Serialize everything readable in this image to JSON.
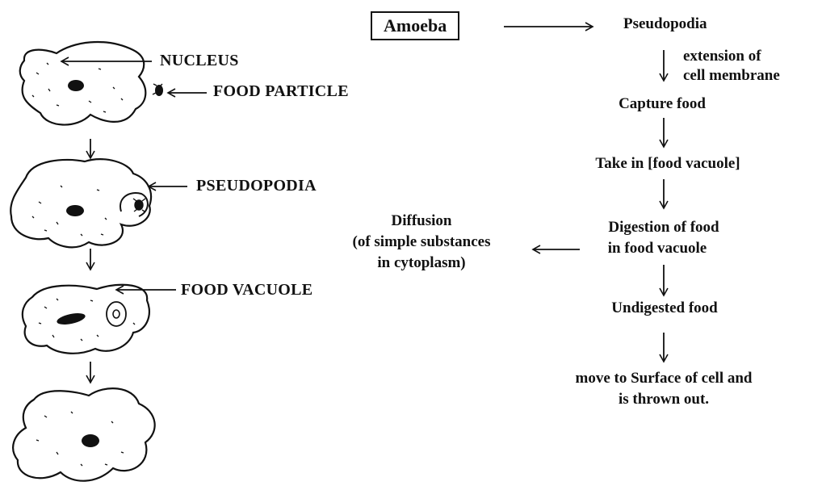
{
  "left_labels": {
    "nucleus": "NUCLEUS",
    "food_particle": "FOOD PARTICLE",
    "pseudopodia": "PSEUDOPODIA",
    "food_vacuole": "FOOD VACUOLE"
  },
  "flow": {
    "title": "Amoeba",
    "pseudopodia": "Pseudopodia",
    "extension_line1": "extension of",
    "extension_line2": "cell membrane",
    "capture": "Capture food",
    "take_in": "Take in [food vacuole]",
    "digestion_line1": "Digestion of food",
    "digestion_line2": "in food vacuole",
    "diffusion_line1": "Diffusion",
    "diffusion_line2": "(of simple substances",
    "diffusion_line3": "in cytoplasm)",
    "undigested": "Undigested food",
    "thrown_line1": "move to Surface of cell and",
    "thrown_line2": "is thrown out."
  }
}
